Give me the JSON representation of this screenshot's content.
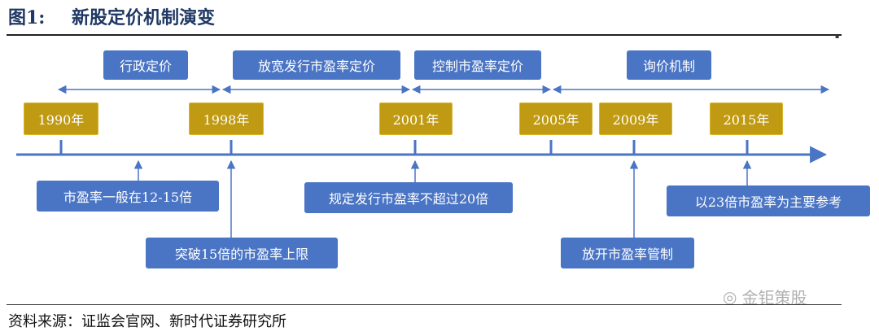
{
  "header": {
    "figure_number": "图1:",
    "title": "新股定价机制演变"
  },
  "periods": [
    {
      "label": "行政定价"
    },
    {
      "label": "放宽发行市盈率定价"
    },
    {
      "label": "控制市盈率定价"
    },
    {
      "label": "询价机制"
    }
  ],
  "years": [
    "1990年",
    "1998年",
    "2001年",
    "2005年",
    "2009年",
    "2015年"
  ],
  "notes": [
    {
      "text": "市盈率一般在12-15倍"
    },
    {
      "text": "突破15倍的市盈率上限"
    },
    {
      "text": "规定发行市盈率不超过20倍"
    },
    {
      "text": "放开市盈率管制"
    },
    {
      "text": "以23倍市盈率为主要参考"
    }
  ],
  "source": "资料来源：证监会官网、新时代证券研究所",
  "watermark": "金钜策股",
  "colors": {
    "box_blue": "#4a74c4",
    "year_gold": "#c09a12",
    "line_blue": "#4a74c4",
    "title_navy": "#1f3864"
  }
}
